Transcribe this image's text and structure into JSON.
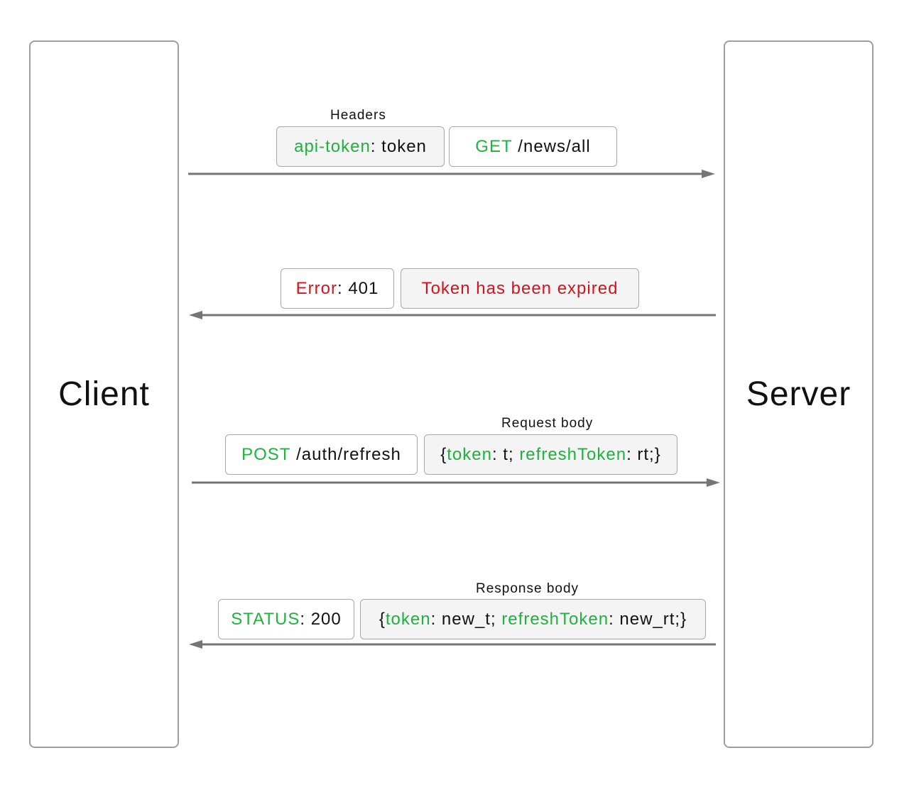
{
  "client_label": "Client",
  "server_label": "Server",
  "step1": {
    "caption": "Headers",
    "header_key": "api-token",
    "header_sep": ": ",
    "header_val": "token",
    "method": "GET",
    "path": " /news/all"
  },
  "step2": {
    "error_key": "Error",
    "error_sep": ": ",
    "error_val": "401",
    "message": "Token has been expired"
  },
  "step3": {
    "caption": "Request body",
    "method": "POST",
    "path": " /auth/refresh",
    "body_open": "{",
    "k1": "token",
    "v1": ": t; ",
    "k2": "refreshToken",
    "v2": ": rt;}"
  },
  "step4": {
    "caption": "Response body",
    "status_key": "STATUS",
    "status_sep": ": ",
    "status_val": "200",
    "body_open": "{",
    "k1": "token",
    "v1": ": new_t; ",
    "k2": "refreshToken",
    "v2": ": new_rt;}"
  },
  "colors": {
    "key_green": "#1fb23f",
    "error_red": "#d4141c",
    "arrow_grey": "#757575",
    "border_grey": "#9e9e9e"
  }
}
